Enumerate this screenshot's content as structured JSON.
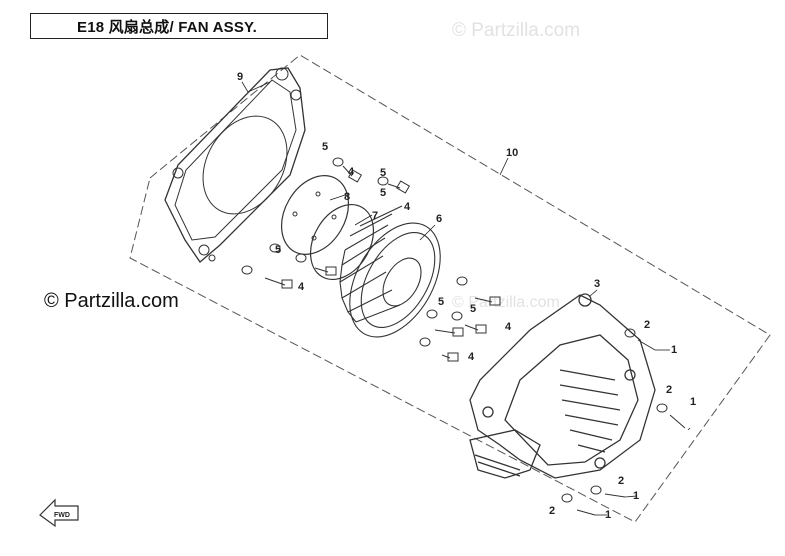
{
  "title": "E18 风扇总成/ FAN ASSY.",
  "watermark": "© Partzilla.com",
  "brand_text": "© Partzilla.com",
  "fwd_icon_text": "FWD",
  "callouts": [
    "1",
    "1",
    "1",
    "1",
    "2",
    "2",
    "2",
    "2",
    "3",
    "4",
    "4",
    "4",
    "4",
    "4",
    "5",
    "5",
    "5",
    "5",
    "5",
    "6",
    "7",
    "8",
    "9",
    "10"
  ]
}
